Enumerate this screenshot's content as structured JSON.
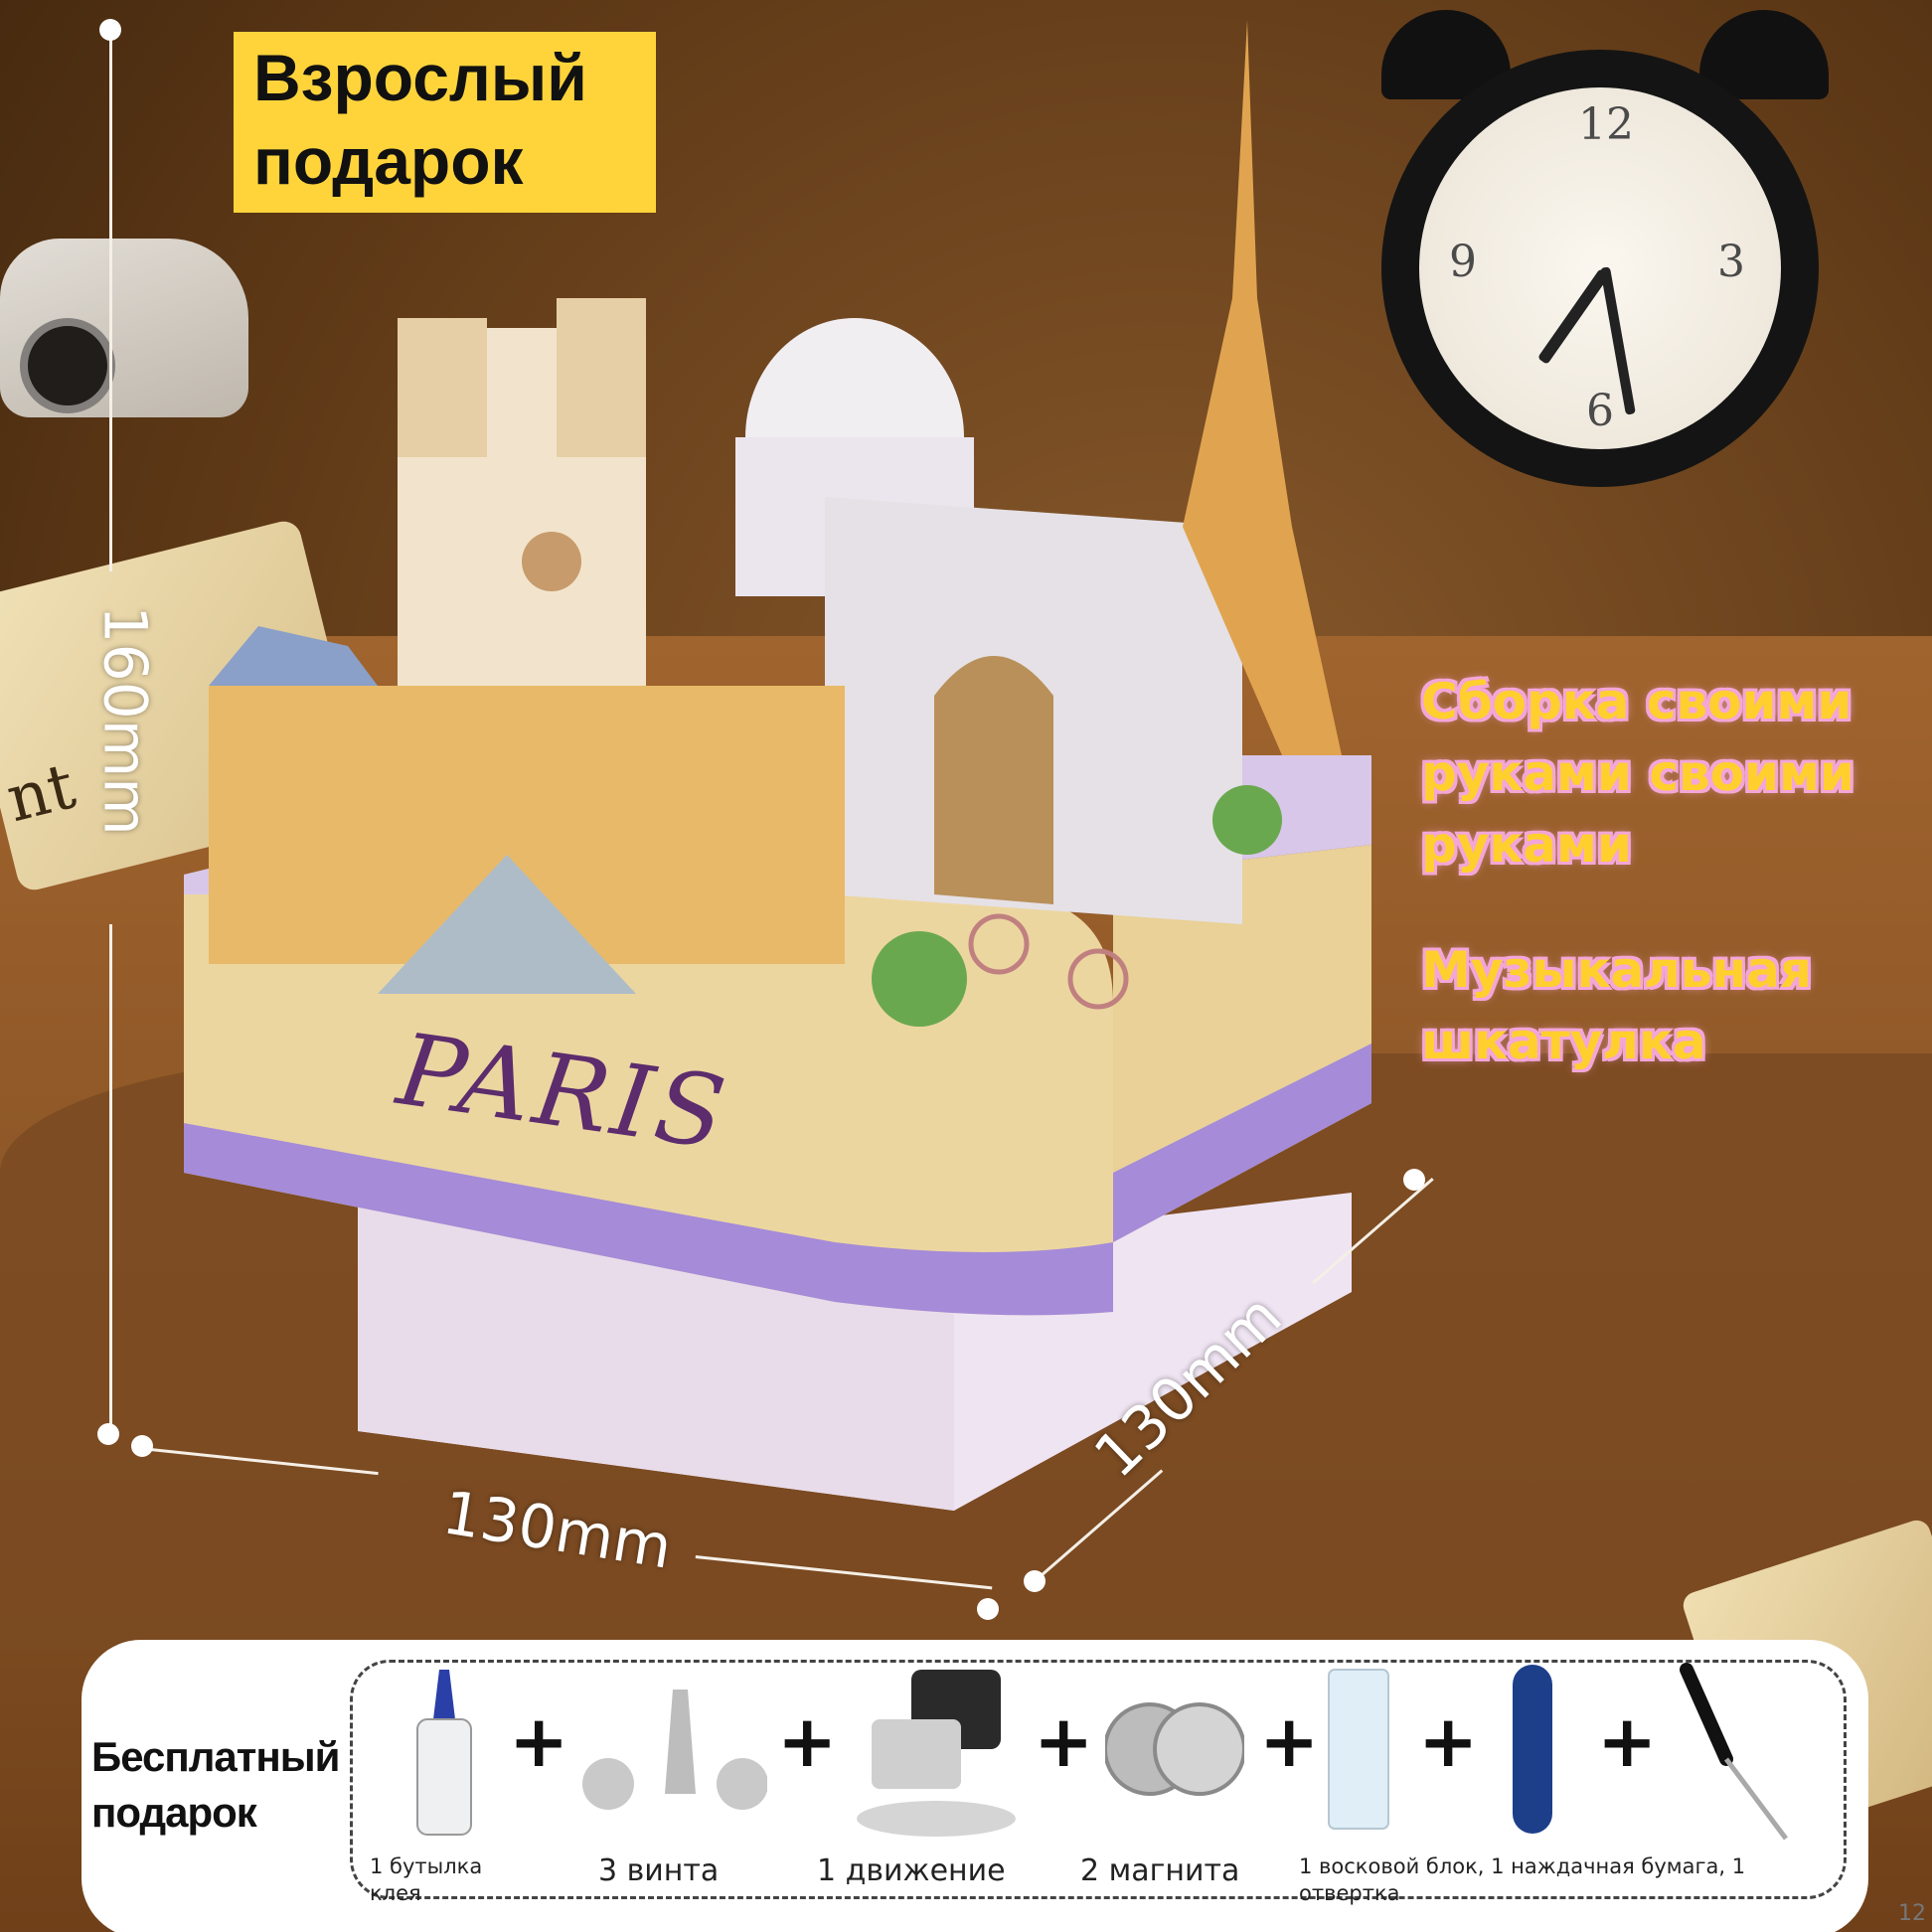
{
  "badge": {
    "line1": "Взрослый",
    "line2": "подарок"
  },
  "features": {
    "line1": "Сборка своими",
    "line2": "руками своими",
    "line3": "руками",
    "line4": "Музыкальная",
    "line5": "шкатулка"
  },
  "model": {
    "label": "PARIS"
  },
  "dimensions": {
    "height": "160mm",
    "width": "130mm",
    "depth": "130mm"
  },
  "newspaper_text": "nt",
  "gift": {
    "title_line1": "Бесплатный",
    "title_line2": "подарок",
    "plus_sign": "+",
    "items": [
      {
        "label": "1 бутылка клея",
        "icon": "glue-bottle-icon"
      },
      {
        "label": "3 винта",
        "icon": "screws-icon"
      },
      {
        "label": "1 движение",
        "icon": "music-movement-icon"
      },
      {
        "label": "2 магнита",
        "icon": "magnets-icon"
      },
      {
        "label": "1 восковой блок, 1 наждачная бумага, 1 отвертка",
        "icon": "wax-block-icon"
      }
    ]
  },
  "watermark": "12",
  "colors": {
    "badge": "#ffd43b",
    "feature_text": "#ffcf2e",
    "feature_outline": "#f3a6d8",
    "paris_text": "#5c2c6d",
    "base_purple": "#a58bd8"
  }
}
